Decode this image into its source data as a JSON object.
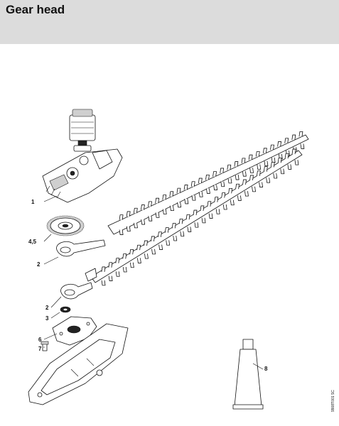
{
  "header": {
    "title": "Gear head"
  },
  "callouts": [
    {
      "id": "c1",
      "label": "1"
    },
    {
      "id": "c45",
      "label": "4,5"
    },
    {
      "id": "c2a",
      "label": "2"
    },
    {
      "id": "c2b",
      "label": "2"
    },
    {
      "id": "c3",
      "label": "3"
    },
    {
      "id": "c6",
      "label": "6"
    },
    {
      "id": "c7",
      "label": "7"
    },
    {
      "id": "c8",
      "label": "8"
    }
  ],
  "drawing_code": "9908T001 SC"
}
